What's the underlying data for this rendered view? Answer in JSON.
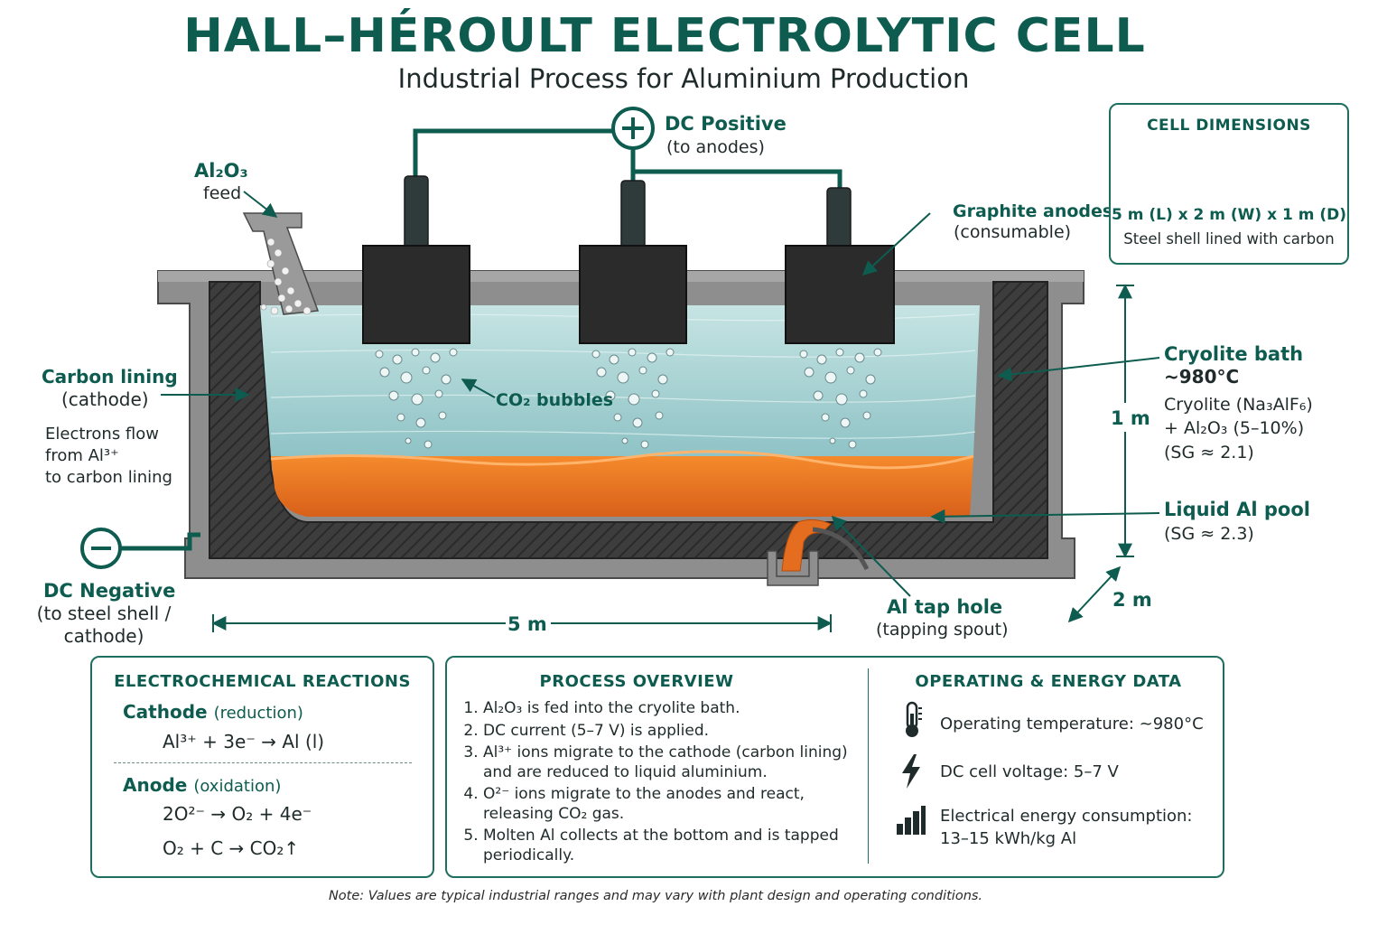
{
  "title": "HALL–HÉROULT ELECTROLYTIC CELL",
  "subtitle": "Industrial Process for Aluminium Production",
  "labels": {
    "dc_positive": "DC Positive",
    "dc_positive_sub": "(to anodes)",
    "dc_negative": "DC Negative",
    "dc_negative_sub1": "(to steel shell /",
    "dc_negative_sub2": "cathode)",
    "feed_formula": "Al₂O₃",
    "feed": "feed",
    "graphite_anodes": "Graphite anodes",
    "graphite_anodes_sub": "(consumable)",
    "carbon_lining": "Carbon lining",
    "carbon_lining_sub": "(cathode)",
    "electrons_1": "Electrons flow",
    "electrons_2": "from Al³⁺",
    "electrons_3": "to carbon lining",
    "co2_bubbles": "CO₂ bubbles",
    "cryolite_bath": "Cryolite bath",
    "cryolite_temp": "~980°C",
    "cryolite_comp1": "Cryolite (Na₃AlF₆)",
    "cryolite_comp2": "+ Al₂O₃ (5–10%)",
    "cryolite_sg": "(SG ≈ 2.1)",
    "liquid_al": "Liquid Al pool",
    "liquid_al_sg": "(SG ≈ 2.3)",
    "tap_hole": "Al tap hole",
    "tap_hole_sub": "(tapping spout)",
    "dim_length": "5 m",
    "dim_height": "1 m",
    "dim_width": "2 m"
  },
  "cell_dimensions": {
    "heading": "CELL DIMENSIONS",
    "size": "5 m (L) x 2 m (W) x 1 m (D)",
    "shell": "Steel shell lined with carbon"
  },
  "reactions": {
    "heading": "ELECTROCHEMICAL REACTIONS",
    "cathode_title": "Cathode",
    "cathode_note": "(reduction)",
    "cathode_eq": "Al³⁺ + 3e⁻ → Al (l)",
    "anode_title": "Anode",
    "anode_note": "(oxidation)",
    "anode_eq1": "2O²⁻ → O₂ + 4e⁻",
    "anode_eq2": "O₂ + C → CO₂↑"
  },
  "process": {
    "heading": "PROCESS OVERVIEW",
    "steps": [
      "Al₂O₃ is fed into the cryolite bath.",
      "DC current (5–7 V) is applied.",
      "Al³⁺ ions migrate to the cathode (carbon lining) and are reduced to liquid aluminium.",
      "O²⁻ ions migrate to the anodes and react, releasing CO₂ gas.",
      "Molten Al collects at the bottom and is tapped periodically."
    ]
  },
  "operating": {
    "heading": "OPERATING & ENERGY DATA",
    "temperature": "Operating temperature: ~980°C",
    "voltage": "DC cell voltage: 5–7 V",
    "energy1": "Electrical energy consumption:",
    "energy2": "13–15 kWh/kg Al"
  },
  "note": "Note: Values are typical industrial ranges and may vary with plant design and operating conditions.",
  "colors": {
    "accent": "#0d5c4f",
    "bath": "#a9d3d4",
    "aluminium": "#ef7a22",
    "steel": "#8e8e8e",
    "carbon": "#3a3a3a"
  },
  "icons": [
    "plus-icon",
    "minus-icon",
    "thermometer-icon",
    "lightning-icon",
    "bar-chart-icon"
  ]
}
